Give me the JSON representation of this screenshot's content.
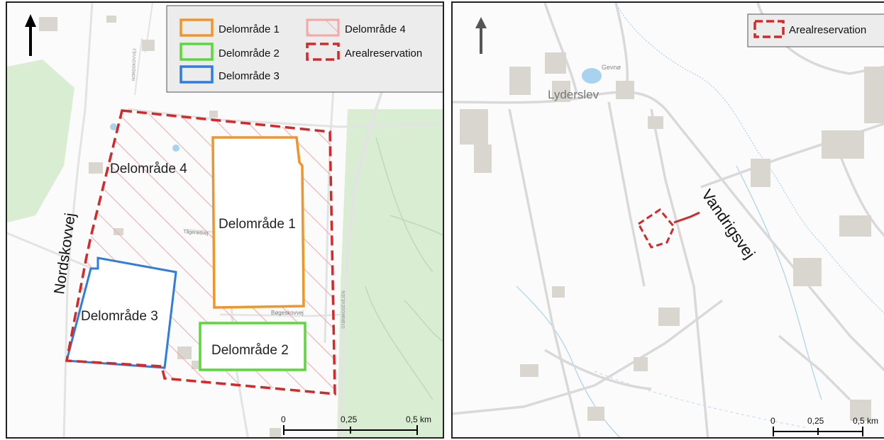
{
  "left_map": {
    "legend": {
      "items": [
        {
          "label": "Delområde 1",
          "color": "#f0952a",
          "style": "solid"
        },
        {
          "label": "Delområde 2",
          "color": "#5bd83a",
          "style": "solid"
        },
        {
          "label": "Delområde 3",
          "color": "#2e7ce0",
          "style": "solid"
        },
        {
          "label": "Delområde 4",
          "color": "#f5a6a6",
          "style": "hatched"
        },
        {
          "label": "Arealreservation",
          "color": "#d62828",
          "style": "dashed"
        }
      ]
    },
    "area_labels": {
      "d1": "Delområde 1",
      "d2": "Delområde 2",
      "d3": "Delområde 3",
      "d4": "Delområde 4"
    },
    "roads": {
      "nordskovvej": "Nordskovvej",
      "tagerodvej": "Tågerødvej",
      "bogeskovvej": "Bøgeskovvej",
      "stonmosevej": "STØNMOSEVEJEN",
      "nordskovvej_small": "NORDSKOVVEJ"
    },
    "scalebar": {
      "ticks": [
        "0",
        "0,25",
        "0,5 km"
      ]
    }
  },
  "right_map": {
    "legend": {
      "items": [
        {
          "label": "Arealreservation",
          "color": "#d62828",
          "style": "dashed"
        }
      ]
    },
    "places": {
      "lyderslev": "Lyderslev",
      "gevno": "Gevnø"
    },
    "roads": {
      "vandrigsvej": "Vandrigsvej"
    },
    "scalebar": {
      "ticks": [
        "0",
        "0,25",
        "0,5 km"
      ]
    }
  },
  "colors": {
    "reservation": "#d62828",
    "d1": "#f0952a",
    "d2": "#5bd83a",
    "d3": "#2e7ce0",
    "hatch": "#f2a7a7",
    "forest": "#d9edd3",
    "building": "#d8d6cf",
    "water": "#a9d2ee"
  },
  "icons": [
    "north-arrow-icon"
  ]
}
